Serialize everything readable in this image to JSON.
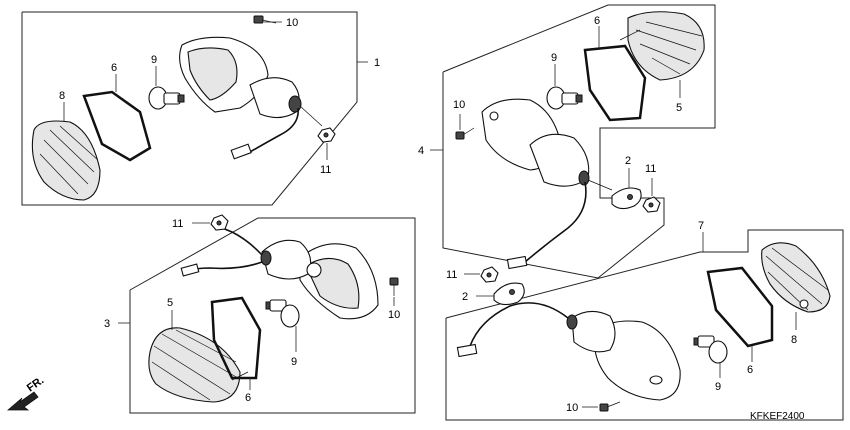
{
  "diagram": {
    "code": "KFKEF2400",
    "direction": "FR."
  },
  "assemblies": [
    {
      "id": "a1",
      "number": "1",
      "parts": [
        {
          "id": "p10",
          "number": "10",
          "icon": "screw-icon"
        },
        {
          "id": "p6",
          "number": "6",
          "icon": "gasket-icon"
        },
        {
          "id": "p9",
          "number": "9",
          "icon": "bulb-icon"
        },
        {
          "id": "p8",
          "number": "8",
          "icon": "lens-icon"
        },
        {
          "id": "p11",
          "number": "11",
          "icon": "nut-icon"
        }
      ]
    },
    {
      "id": "a4",
      "number": "4",
      "parts": [
        {
          "id": "p6",
          "number": "6",
          "icon": "gasket-icon"
        },
        {
          "id": "p9",
          "number": "9",
          "icon": "bulb-icon"
        },
        {
          "id": "p5",
          "number": "5",
          "icon": "lens-icon"
        },
        {
          "id": "p10",
          "number": "10",
          "icon": "screw-icon"
        },
        {
          "id": "p2",
          "number": "2",
          "icon": "washer-icon"
        },
        {
          "id": "p11",
          "number": "11",
          "icon": "nut-icon"
        }
      ]
    },
    {
      "id": "a3",
      "number": "3",
      "parts": [
        {
          "id": "p11",
          "number": "11",
          "icon": "nut-icon"
        },
        {
          "id": "p10",
          "number": "10",
          "icon": "screw-icon"
        },
        {
          "id": "p5",
          "number": "5",
          "icon": "lens-icon"
        },
        {
          "id": "p9",
          "number": "9",
          "icon": "bulb-icon"
        },
        {
          "id": "p6",
          "number": "6",
          "icon": "gasket-icon"
        }
      ]
    },
    {
      "id": "a7",
      "number": "7",
      "parts": [
        {
          "id": "p11",
          "number": "11",
          "icon": "nut-icon"
        },
        {
          "id": "p2",
          "number": "2",
          "icon": "washer-icon"
        },
        {
          "id": "p8",
          "number": "8",
          "icon": "lens-icon"
        },
        {
          "id": "p9",
          "number": "9",
          "icon": "bulb-icon"
        },
        {
          "id": "p6",
          "number": "6",
          "icon": "gasket-icon"
        },
        {
          "id": "p10",
          "number": "10",
          "icon": "screw-icon"
        }
      ]
    }
  ]
}
